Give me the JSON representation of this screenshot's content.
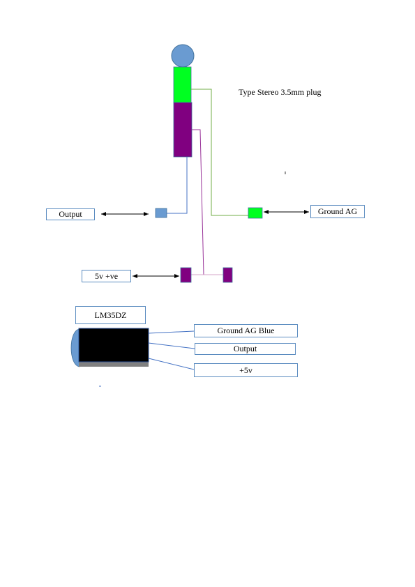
{
  "plug": {
    "title": "Type  Stereo 3.5mm plug"
  },
  "labels": {
    "output_left": "Output",
    "ground_right": "Ground  AG",
    "five_volt": "5v +ve"
  },
  "sensor": {
    "name": "LM35DZ",
    "pins": [
      "Ground  AG Blue",
      "Output",
      "+5v"
    ]
  },
  "colors": {
    "tip": "#6a9bd1",
    "ring": "#00ff21",
    "sleeve": "#800080",
    "sensor_body": "#000000",
    "sensor_base": "#808080",
    "box_border": "#5b8cc0",
    "wire_blue": "#4472c4",
    "wire_green": "#70ad47",
    "wire_purple": "#993399"
  }
}
